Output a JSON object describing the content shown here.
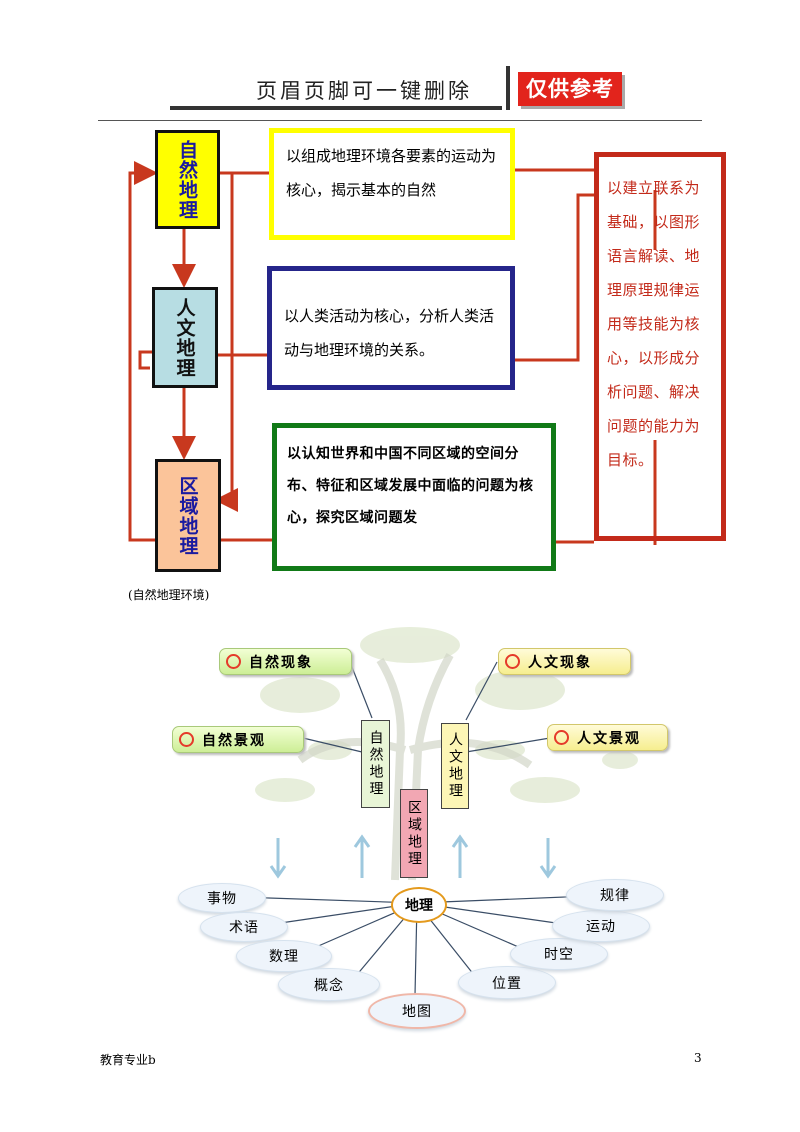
{
  "header": {
    "title": "页眉页脚可一键删除",
    "badge": "仅供参考"
  },
  "diagram1": {
    "boxes": {
      "natural": "自然地理",
      "human": "人文地理",
      "regional": "区域地理"
    },
    "descriptions": {
      "natural": "以组成地理环境各要素的运动为核心，揭示基本的自然",
      "human": "以人类活动为核心，分析人类活动与地理环境的关系。",
      "regional": "以认知世界和中国不同区域的空间分布、特征和区域发展中面临的问题为核心，探究区域问题发"
    },
    "goal": "以建立联系为基础，以图形语言解读、地理原理规律运用等技能为核心，以形成分析问题、解决问题的能力为目标。",
    "colors": {
      "arrow": "#c8381e",
      "natural_fill": "#ffff00",
      "human_fill": "#b7dde3",
      "regional_fill": "#fbc49a"
    }
  },
  "caption": "(自然地理环境)",
  "mindmap": {
    "left_pills": [
      "自然现象",
      "自然景观"
    ],
    "right_pills": [
      "人文现象",
      "人文景观"
    ],
    "branches": {
      "natural": "自然地理",
      "human": "人文地理",
      "regional": "区域地理"
    },
    "hub": "地理",
    "roots_left": [
      "事物",
      "术语",
      "数理",
      "概念"
    ],
    "roots_bottom": "地图",
    "roots_right": [
      "规律",
      "运动",
      "时空",
      "位置"
    ]
  },
  "footer": {
    "left": "教育专业b",
    "page": "3"
  }
}
